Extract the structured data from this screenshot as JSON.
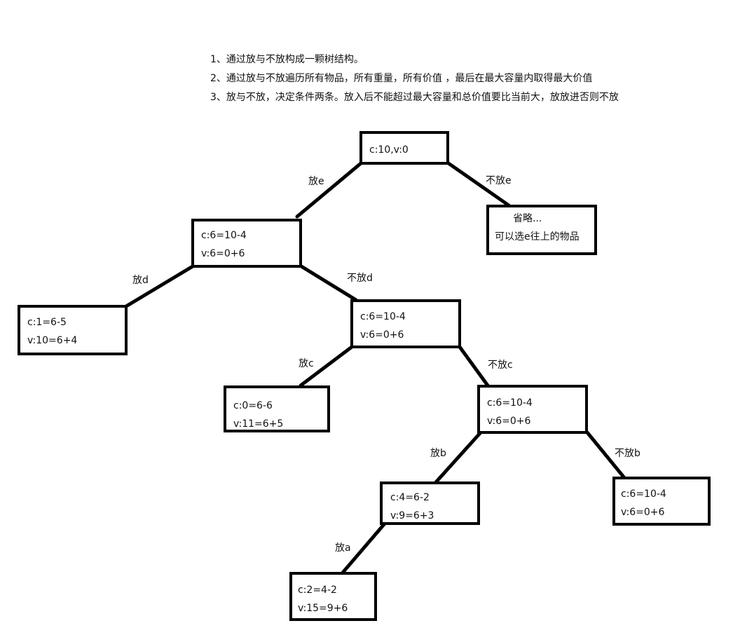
{
  "notes": [
    "1、通过放与不放构成一颗树结构。",
    "2、通过放与不放遍历所有物品，所有重量，所有价值  ，最后在最大容量内取得最大价值",
    "3、放与不放，决定条件两条。放入后不能超过最大容量和总价值要比当前大，放放进否则不放"
  ],
  "nodes": {
    "root": {
      "line1": "c:10,v:0"
    },
    "skip_e": {
      "line1": "省略...",
      "line2": "可以选e往上的物品"
    },
    "put_e": {
      "line1": "c:6=10-4",
      "line2": "v:6=0+6"
    },
    "put_d": {
      "line1": "c:1=6-5",
      "line2": "v:10=6+4"
    },
    "skip_d": {
      "line1": "c:6=10-4",
      "line2": "v:6=0+6"
    },
    "put_c": {
      "line1": "c:0=6-6",
      "line2": "v:11=6+5"
    },
    "skip_c": {
      "line1": "c:6=10-4",
      "line2": "v:6=0+6"
    },
    "put_b": {
      "line1": "c:4=6-2",
      "line2": "v:9=6+3"
    },
    "skip_b": {
      "line1": "c:6=10-4",
      "line2": "v:6=0+6"
    },
    "put_a": {
      "line1": "c:2=4-2",
      "line2": "v:15=9+6"
    }
  },
  "edge_labels": {
    "put_e": "放e",
    "skip_e": "不放e",
    "put_d": "放d",
    "skip_d": "不放d",
    "put_c": "放c",
    "skip_c": "不放c",
    "put_b": "放b",
    "skip_b": "不放b",
    "put_a": "放a"
  },
  "colors": {
    "stroke": "#000000",
    "text": "#111111",
    "background": "#ffffff"
  }
}
